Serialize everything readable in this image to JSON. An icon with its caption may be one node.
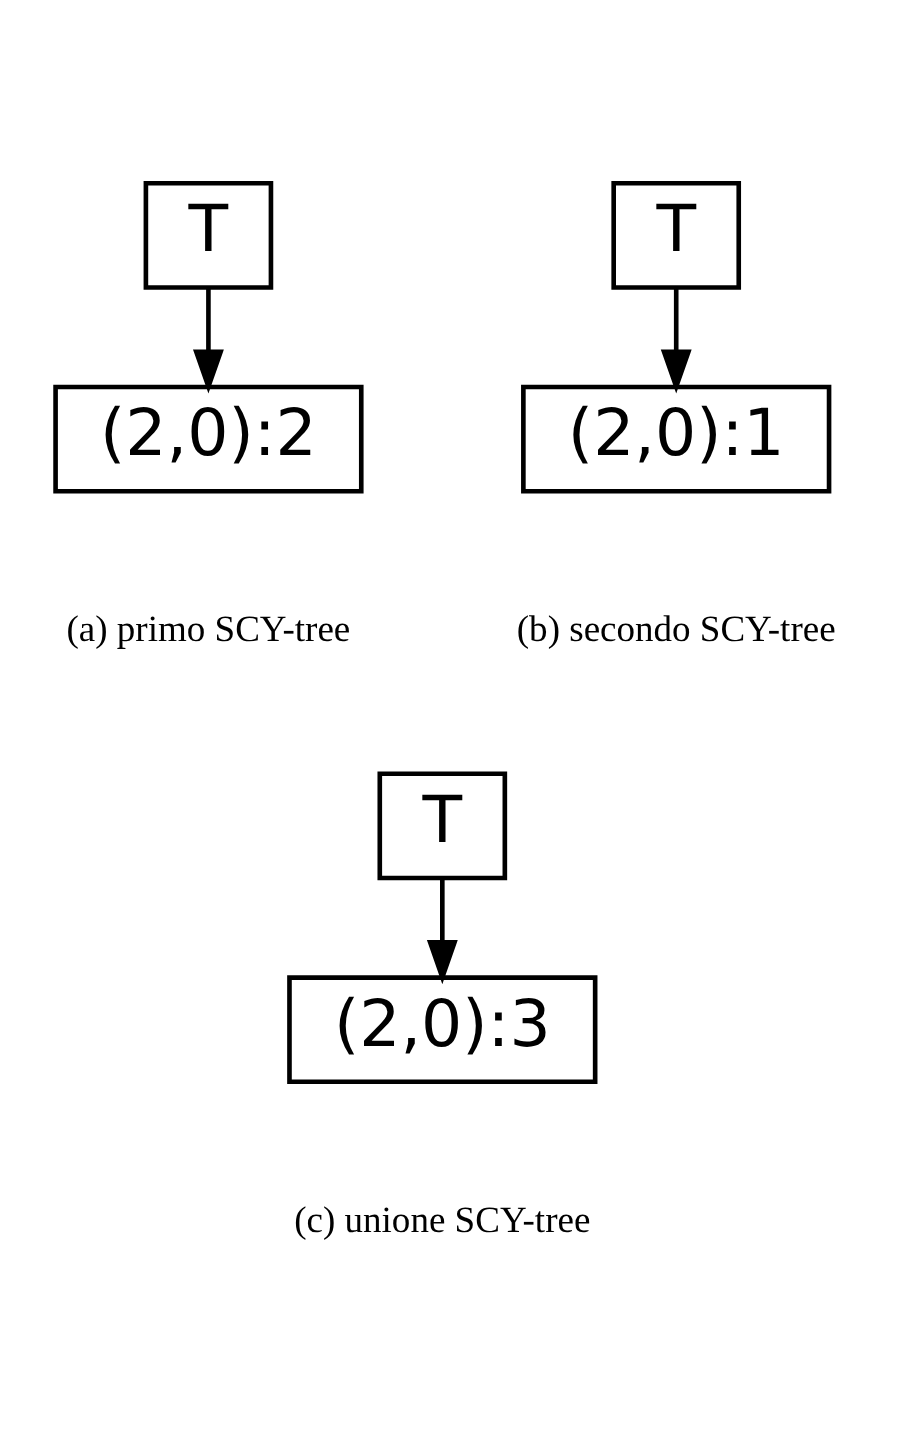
{
  "diagram": {
    "nodes": [
      {
        "text": [
          "T"
        ]
      },
      {
        "text": [
          "(2,0):2"
        ]
      },
      {
        "text": [
          "T"
        ]
      },
      {
        "text": [
          "(2,0):1"
        ]
      },
      {
        "text": [
          "T"
        ]
      },
      {
        "text": [
          "(2,0):3"
        ]
      }
    ],
    "edges": [
      {
        "from": 0,
        "to": 1,
        "arrow": "to"
      },
      {
        "from": 2,
        "to": 3,
        "arrow": "to"
      },
      {
        "from": 4,
        "to": 5,
        "arrow": "to"
      }
    ],
    "labels": [
      "(a) primo SCY-tree",
      "(b) secondo SCY-tree",
      "(c) unione SCY-tree"
    ]
  }
}
